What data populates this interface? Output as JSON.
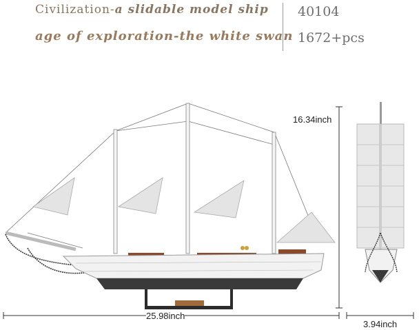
{
  "header": {
    "line1_prefix": "Civilization-",
    "line1_rest": "a slidable model ship",
    "line2": "age of exploration-the white swan",
    "model_number": "40104",
    "piece_count": "1672+pcs"
  },
  "dimensions": {
    "height": "16.34inch",
    "length": "25.98inch",
    "width": "3.94inch"
  },
  "colors": {
    "title_brown": "#8a7560",
    "hull_white": "#f2f2f2",
    "hull_dark": "#3a3a3a",
    "sail": "#e6e6e6",
    "wood": "#8b4a2b"
  }
}
